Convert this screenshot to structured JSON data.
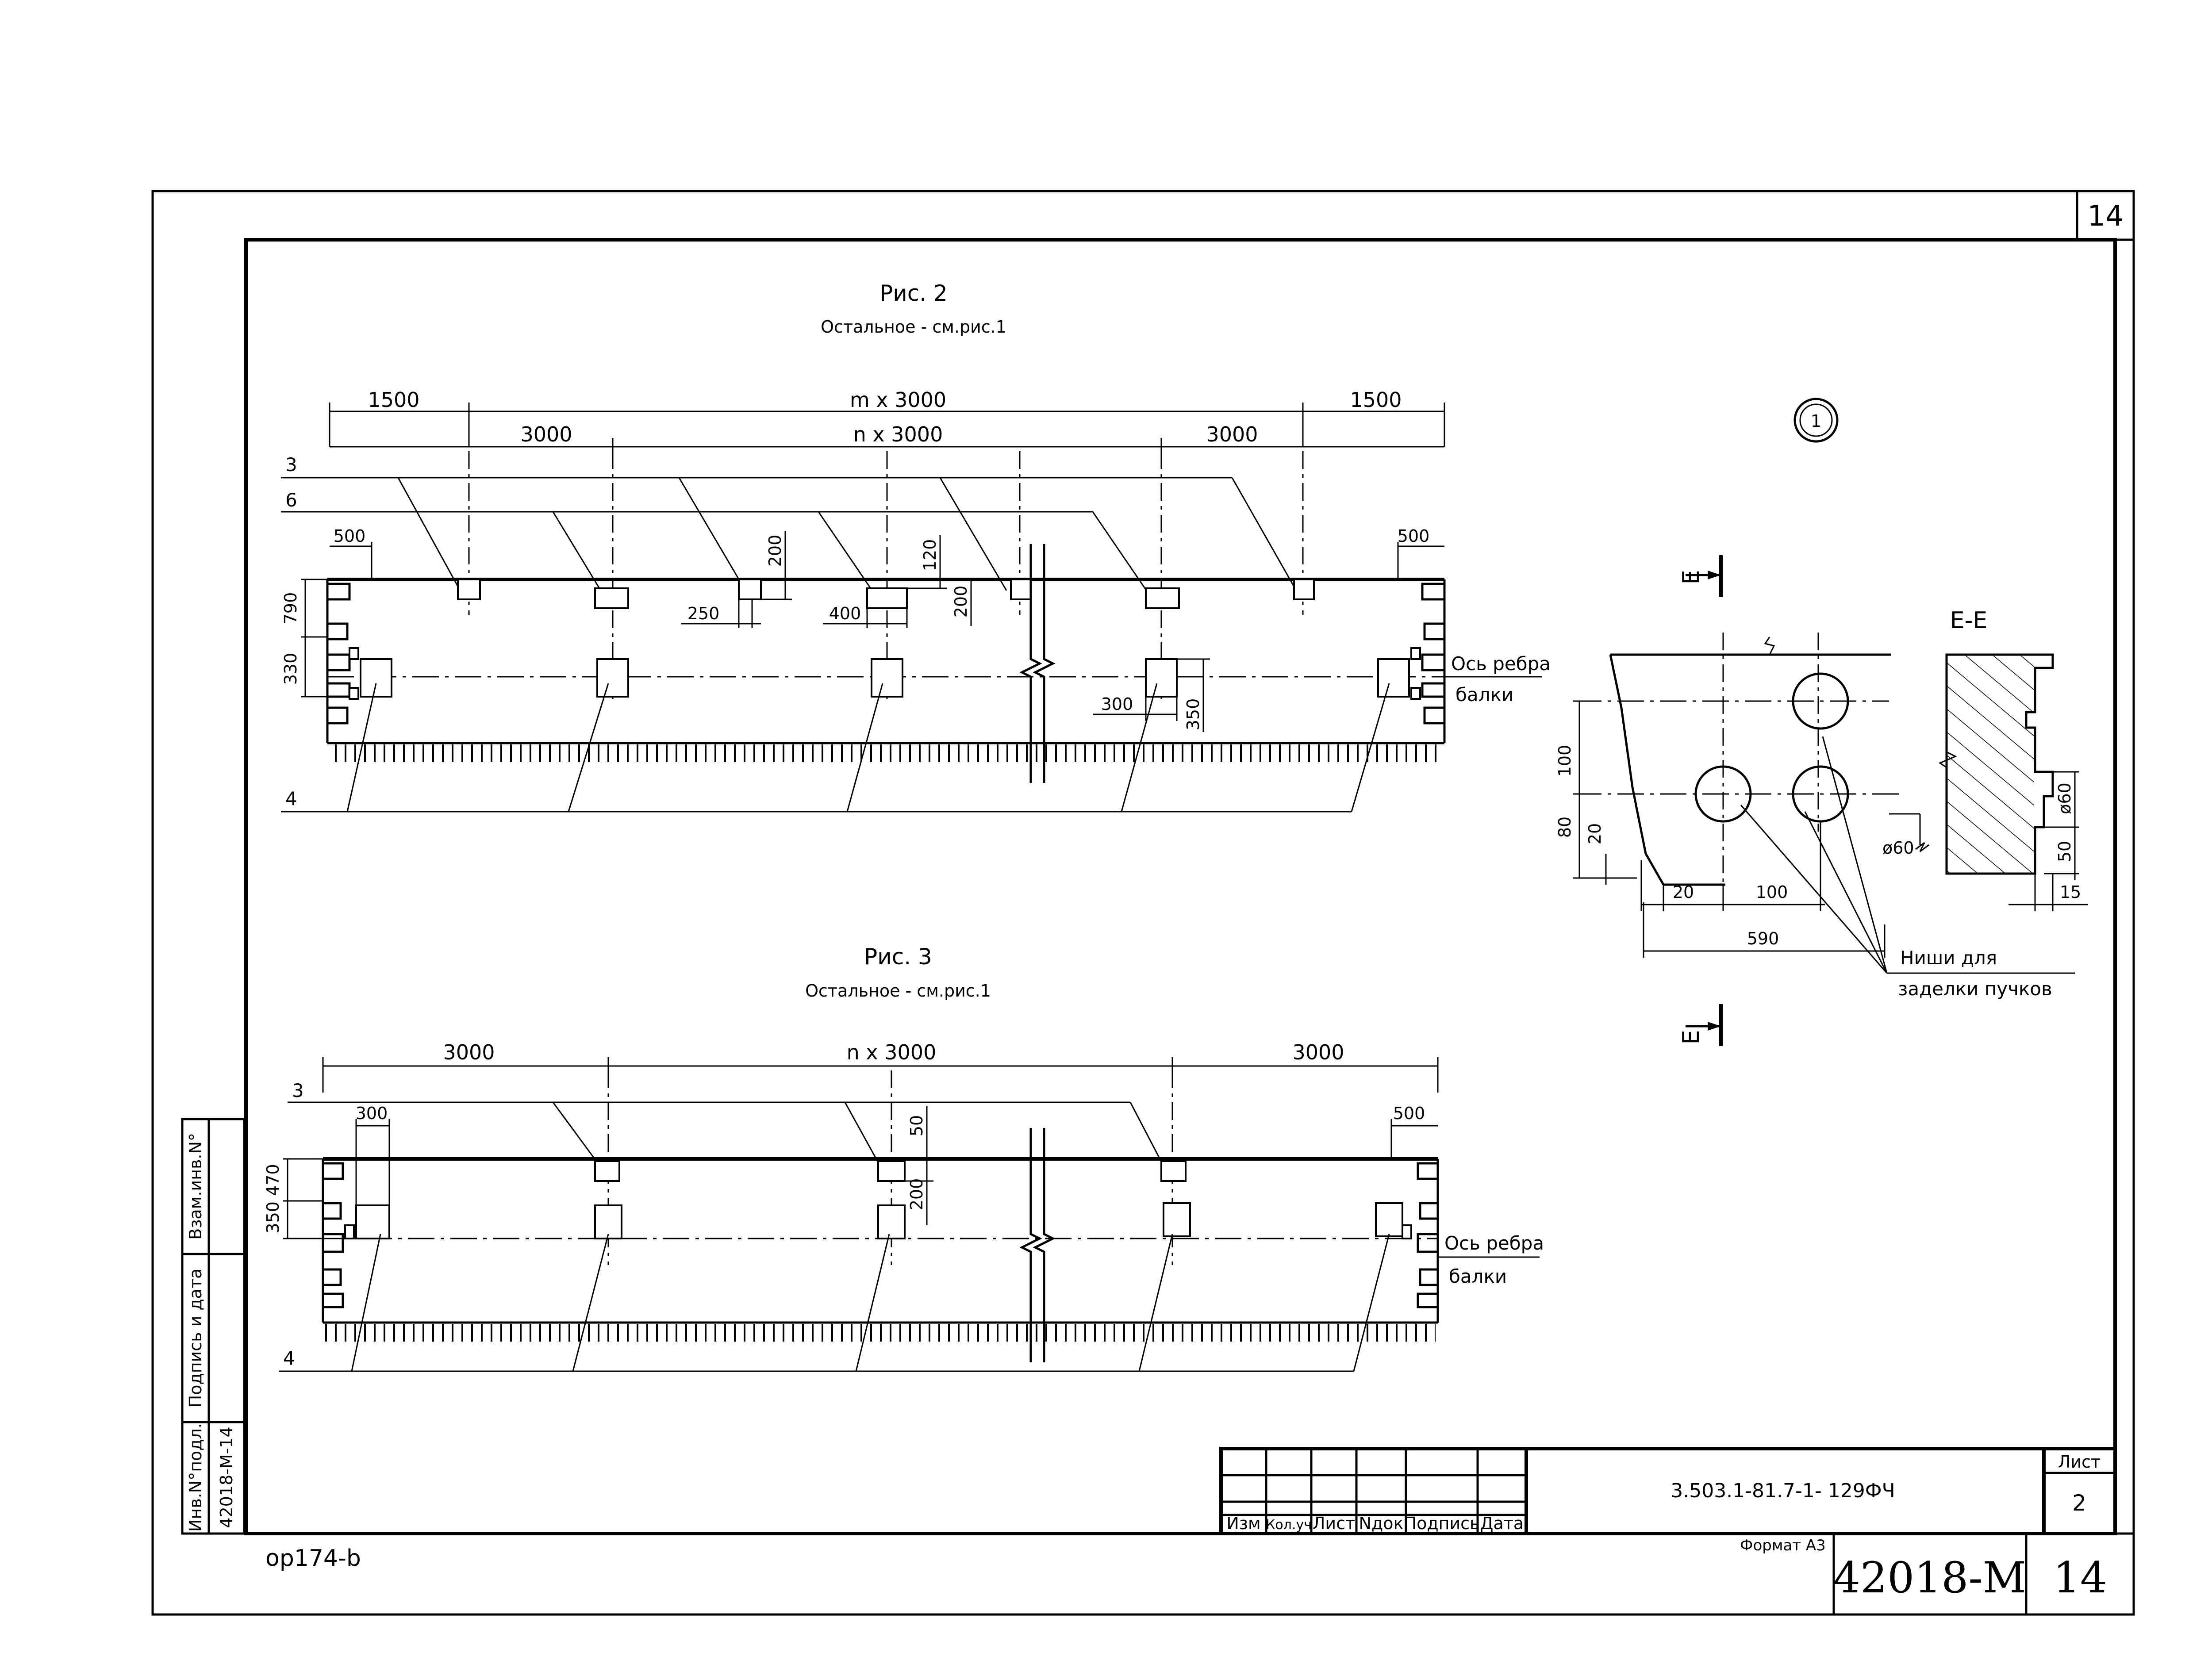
{
  "sheet_number_corner": "14",
  "fig2": {
    "title": "Рис. 2",
    "subtitle": "Остальное - см.рис.1",
    "dim_top_left": "1500",
    "dim_top_mid": "m x 3000",
    "dim_top_right": "1500",
    "dim_2_left": "3000",
    "dim_2_mid": "n x 3000",
    "dim_2_right": "3000",
    "callout_3": "3",
    "callout_6": "6",
    "callout_4": "4",
    "dim_500_left": "500",
    "dim_500_right": "500",
    "dim_790": "790",
    "dim_330": "330",
    "dim_200a": "200",
    "dim_250": "250",
    "dim_400": "400",
    "dim_120": "120",
    "dim_200b": "200",
    "dim_300": "300",
    "dim_350": "350",
    "axis_label_1": "Ось ребра",
    "axis_label_2": "балки"
  },
  "fig3": {
    "title": "Рис. 3",
    "subtitle": "Остальное - см.рис.1",
    "dim_left": "3000",
    "dim_mid": "n x 3000",
    "dim_right": "3000",
    "callout_3": "3",
    "callout_4": "4",
    "dim_300": "300",
    "dim_50": "50",
    "dim_200": "200",
    "dim_500": "500",
    "dim_350_470": "350 470",
    "axis_label_1": "Ось ребра",
    "axis_label_2": "балки"
  },
  "detail": {
    "marker": "1",
    "section_mark_top": "E",
    "section_mark_bottom": "E",
    "section_title": "E-E",
    "dim_100v": "100",
    "dim_80": "80",
    "dim_20v": "20",
    "dim_20h": "20",
    "dim_100h": "100",
    "dim_590": "590",
    "dim_dia60": "ø60",
    "dim_dia60_sec": "ø60",
    "dim_50": "50",
    "dim_15": "15",
    "note_1": "Ниши для",
    "note_2": "заделки пучков"
  },
  "side_stamp": {
    "vzam": "Взам.инв.N°",
    "podpis": "Подпись и дата",
    "inv": "Инв.N°подл.",
    "inv_value": "42018-М-14"
  },
  "title_block": {
    "headers": [
      "Изм",
      "Кол.уч",
      "Лист",
      "Nдок",
      "Подпись",
      "Дата"
    ],
    "doc_code": "3.503.1-81.7-1- 129ФЧ",
    "sheet_label": "Лист",
    "sheet_value": "2",
    "format": "Формат А3",
    "archive_number": "42018-М",
    "archive_sheet": "14"
  },
  "footer_code": "op174-b"
}
